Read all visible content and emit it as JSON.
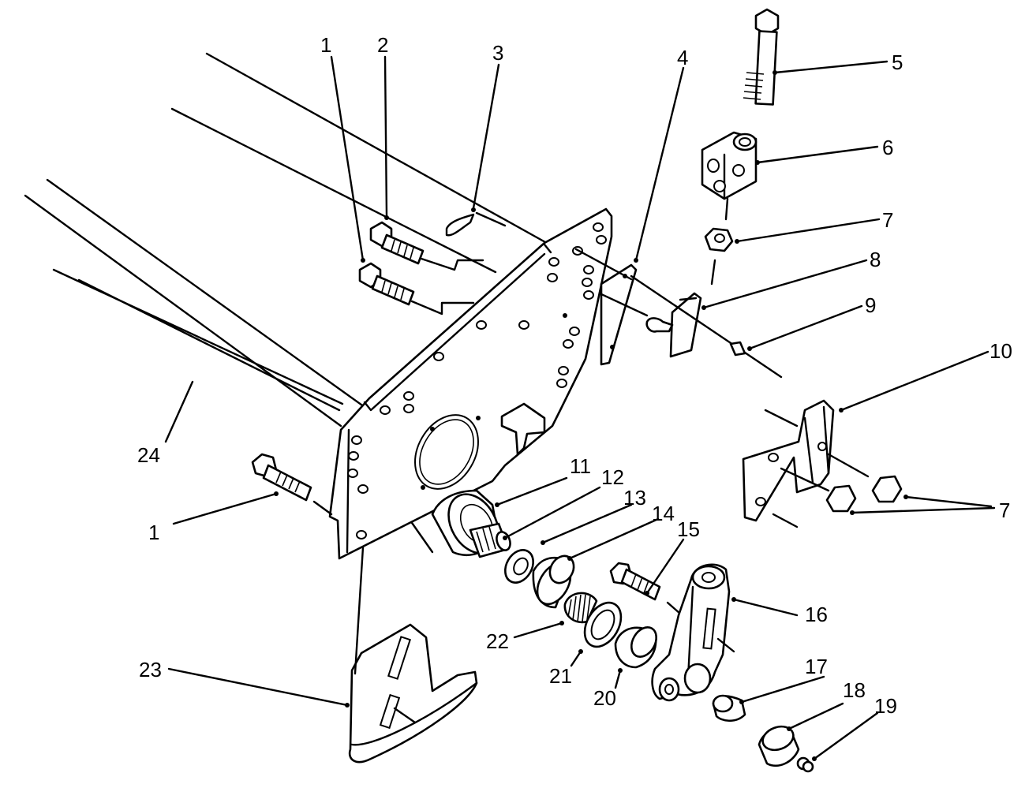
{
  "callouts": [
    {
      "id": "c1a",
      "text": "1"
    },
    {
      "id": "c2",
      "text": "2"
    },
    {
      "id": "c3",
      "text": "3"
    },
    {
      "id": "c4",
      "text": "4"
    },
    {
      "id": "c5",
      "text": "5"
    },
    {
      "id": "c6",
      "text": "6"
    },
    {
      "id": "c7a",
      "text": "7"
    },
    {
      "id": "c8",
      "text": "8"
    },
    {
      "id": "c9",
      "text": "9"
    },
    {
      "id": "c10",
      "text": "10"
    },
    {
      "id": "c7b",
      "text": "7"
    },
    {
      "id": "c11",
      "text": "11"
    },
    {
      "id": "c12",
      "text": "12"
    },
    {
      "id": "c13",
      "text": "13"
    },
    {
      "id": "c14",
      "text": "14"
    },
    {
      "id": "c15",
      "text": "15"
    },
    {
      "id": "c16",
      "text": "16"
    },
    {
      "id": "c17",
      "text": "17"
    },
    {
      "id": "c18",
      "text": "18"
    },
    {
      "id": "c19",
      "text": "19"
    },
    {
      "id": "c24",
      "text": "24"
    },
    {
      "id": "c1b",
      "text": "1"
    },
    {
      "id": "c23",
      "text": "23"
    },
    {
      "id": "c22",
      "text": "22"
    },
    {
      "id": "c21",
      "text": "21"
    },
    {
      "id": "c20",
      "text": "20"
    }
  ]
}
